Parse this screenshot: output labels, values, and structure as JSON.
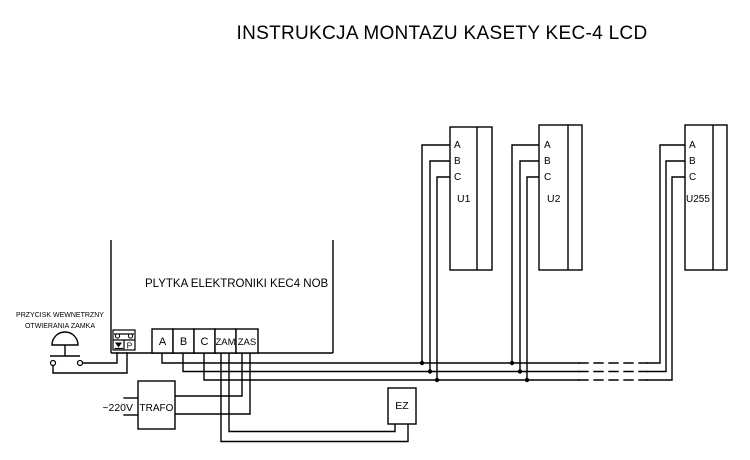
{
  "colors": {
    "background": "#ffffff",
    "line": "#000000",
    "text": "#000000"
  },
  "title": "INSTRUKCJA MONTAZU KASETY KEC-4 LCD",
  "pcb": {
    "label": "PLYTKA ELEKTRONIKI KEC4 NOB",
    "terminals": [
      "A",
      "B",
      "C",
      "ZAM",
      "ZAS"
    ],
    "connector_label": "P"
  },
  "button_note": {
    "line1": "PRZYCISK WEWNETRZNY",
    "line2": "OTWIERANIA ZAMKA"
  },
  "units": [
    {
      "name": "U1",
      "terminals": [
        "A",
        "B",
        "C"
      ]
    },
    {
      "name": "U2",
      "terminals": [
        "A",
        "B",
        "C"
      ]
    },
    {
      "name": "U255",
      "terminals": [
        "A",
        "B",
        "C"
      ]
    }
  ],
  "power": {
    "voltage_label": "~220V",
    "transformer_label": "TRAFO"
  },
  "lock": {
    "label": "EZ"
  }
}
